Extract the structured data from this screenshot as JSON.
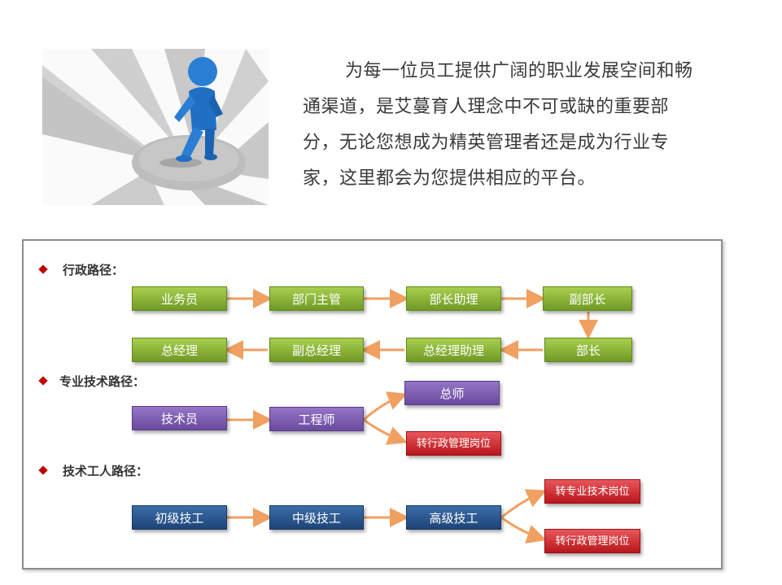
{
  "intro": {
    "text": "为每一位员工提供广阔的职业发展空间和畅通渠道，是艾蔓育人理念中不可或缺的重要部分，无论您想成为精英管理者还是成为行业专家，这里都会为您提供相应的平台。"
  },
  "sections": {
    "admin": {
      "title": "行政路径：",
      "nodes": [
        "业务员",
        "部门主管",
        "部长助理",
        "副部长",
        "部长",
        "总经理助理",
        "副总经理",
        "总经理"
      ]
    },
    "tech": {
      "title": "专业技术路径：",
      "nodes": [
        "技术员",
        "工程师",
        "总师",
        "转行政管理岗位"
      ]
    },
    "worker": {
      "title": "技术工人路径：",
      "nodes": [
        "初级技工",
        "中级技工",
        "高级技工",
        "转专业技术岗位",
        "转行政管理岗位"
      ]
    }
  },
  "colors": {
    "arrow": "#f0a060",
    "green": "#7faa2c",
    "purple": "#7a58ad",
    "red": "#c8252b",
    "blue": "#24508a",
    "bullet": "#c00000"
  }
}
